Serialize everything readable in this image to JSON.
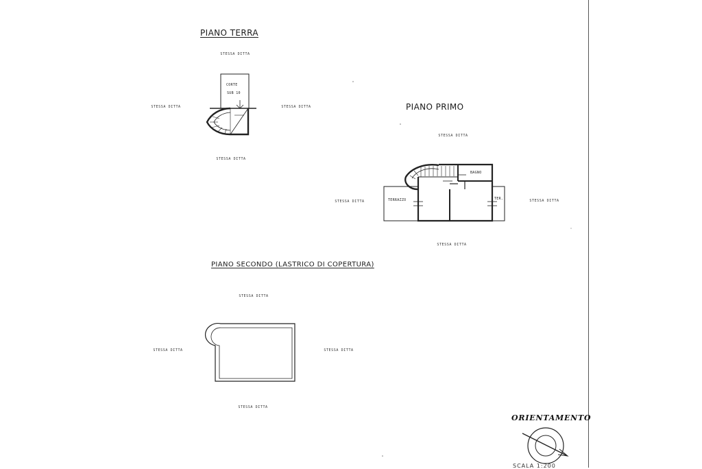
{
  "floors": {
    "ground": {
      "title": "PIANO TERRA",
      "courtyard_label_1": "CORTE",
      "courtyard_label_2": "SUB 10",
      "boundary_top": "STESSA DITTA",
      "boundary_left": "STESSA DITTA",
      "boundary_right": "STESSA DITTA",
      "boundary_bottom": "STESSA DITTA"
    },
    "first": {
      "title": "PIANO PRIMO",
      "room_terrace": "TERRAZZO",
      "room_bath": "BAGNO",
      "room_small": "TER.",
      "boundary_top": "STESSA DITTA",
      "boundary_left": "STESSA DITTA",
      "boundary_right": "STESSA DITTA",
      "boundary_bottom": "STESSA DITTA"
    },
    "second": {
      "title": "PIANO SECONDO  (LASTRICO DI COPERTURA)",
      "boundary_top": "STESSA DITTA",
      "boundary_left": "STESSA DITTA",
      "boundary_right": "STESSA DITTA",
      "boundary_bottom": "STESSA DITTA"
    }
  },
  "orientation": {
    "title": "ORIENTAMENTO",
    "partial_text": "SCALA 1:200"
  }
}
